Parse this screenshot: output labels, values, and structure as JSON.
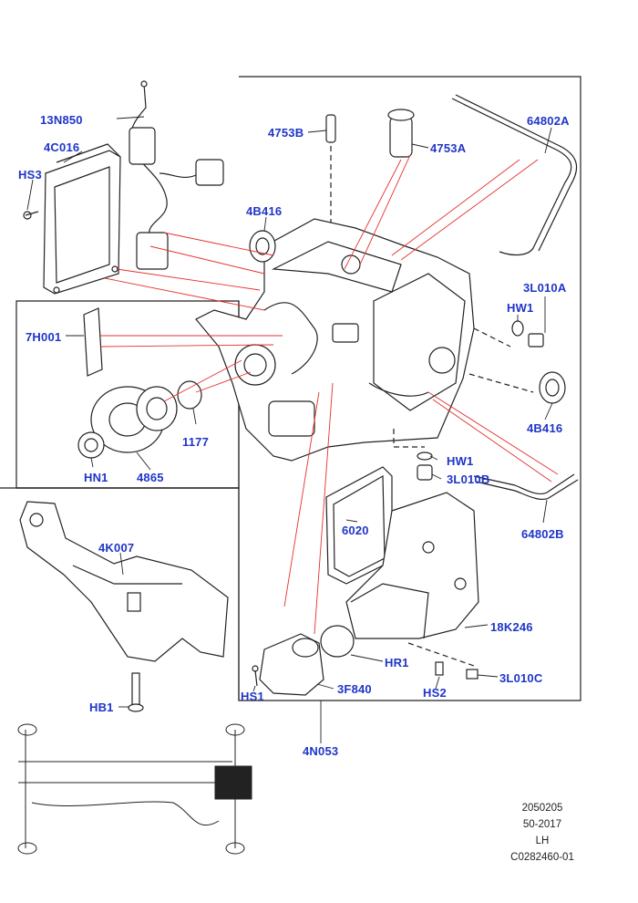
{
  "labels": {
    "p13N850": "13N850",
    "p4C016": "4C016",
    "pHS3": "HS3",
    "p4753B": "4753B",
    "p4753A": "4753A",
    "p64802A": "64802A",
    "p4B416a": "4B416",
    "p3L010A": "3L010A",
    "pHW1a": "HW1",
    "p7H001": "7H001",
    "p1177": "1177",
    "pHN1": "HN1",
    "p4865": "4865",
    "p4B416b": "4B416",
    "pHW1b": "HW1",
    "p3L010B": "3L010B",
    "p64802B": "64802B",
    "p6020": "6020",
    "p4K007": "4K007",
    "p18K246": "18K246",
    "pHR1": "HR1",
    "p3L010C": "3L010C",
    "pHS2": "HS2",
    "p3F840": "3F840",
    "pHS1": "HS1",
    "pHB1": "HB1",
    "p4N053": "4N053"
  },
  "footer": {
    "line1": "2050205",
    "line2": "50-2017",
    "line3": "LH",
    "line4": "C0282460-01"
  },
  "colors": {
    "label": "#1f35c8",
    "leader_red": "#e53030",
    "outline": "#222222"
  }
}
